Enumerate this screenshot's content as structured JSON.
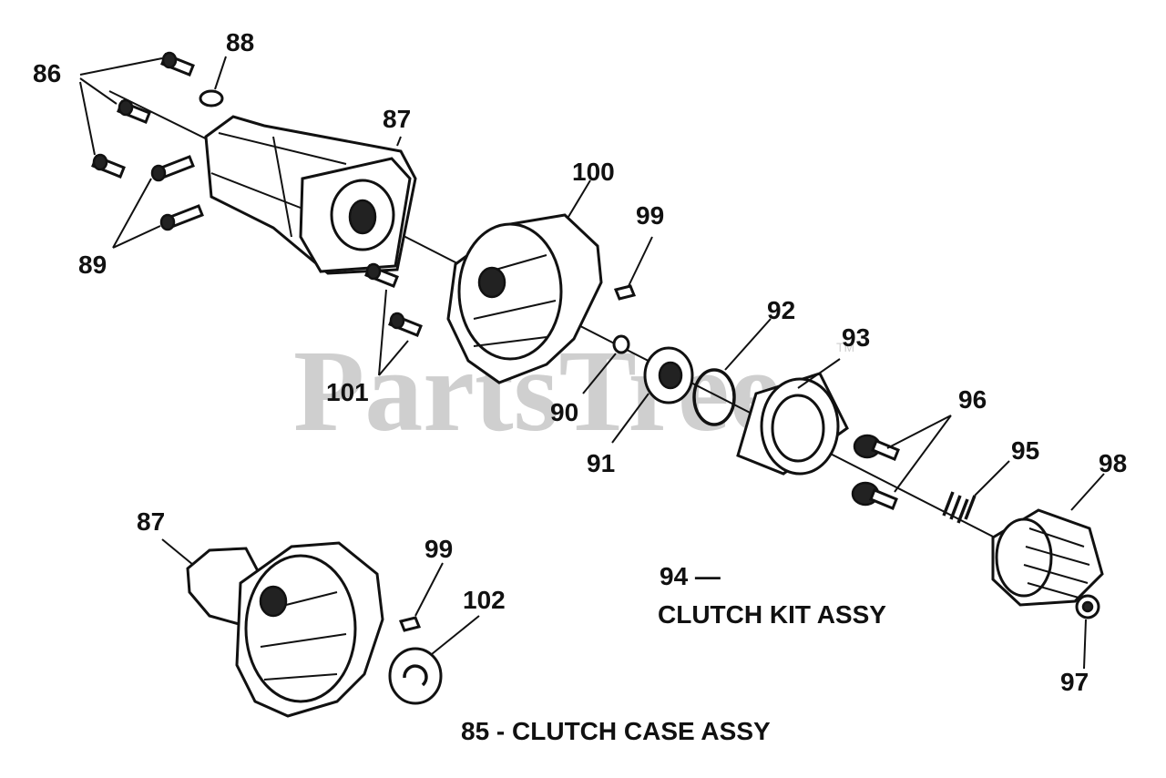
{
  "watermark": {
    "text": "PartsTree",
    "tm": "TM"
  },
  "callouts": {
    "c86": "86",
    "c88": "88",
    "c87_top": "87",
    "c89": "89",
    "c100": "100",
    "c99_top": "99",
    "c101": "101",
    "c90": "90",
    "c91": "91",
    "c92": "92",
    "c93": "93",
    "c96": "96",
    "c95": "95",
    "c98": "98",
    "c97": "97",
    "c87_bottom": "87",
    "c99_bottom": "99",
    "c102": "102",
    "c94": "94 —"
  },
  "captions": {
    "clutch_kit": "CLUTCH KIT ASSY",
    "clutch_case": "85 - CLUTCH CASE ASSY"
  }
}
